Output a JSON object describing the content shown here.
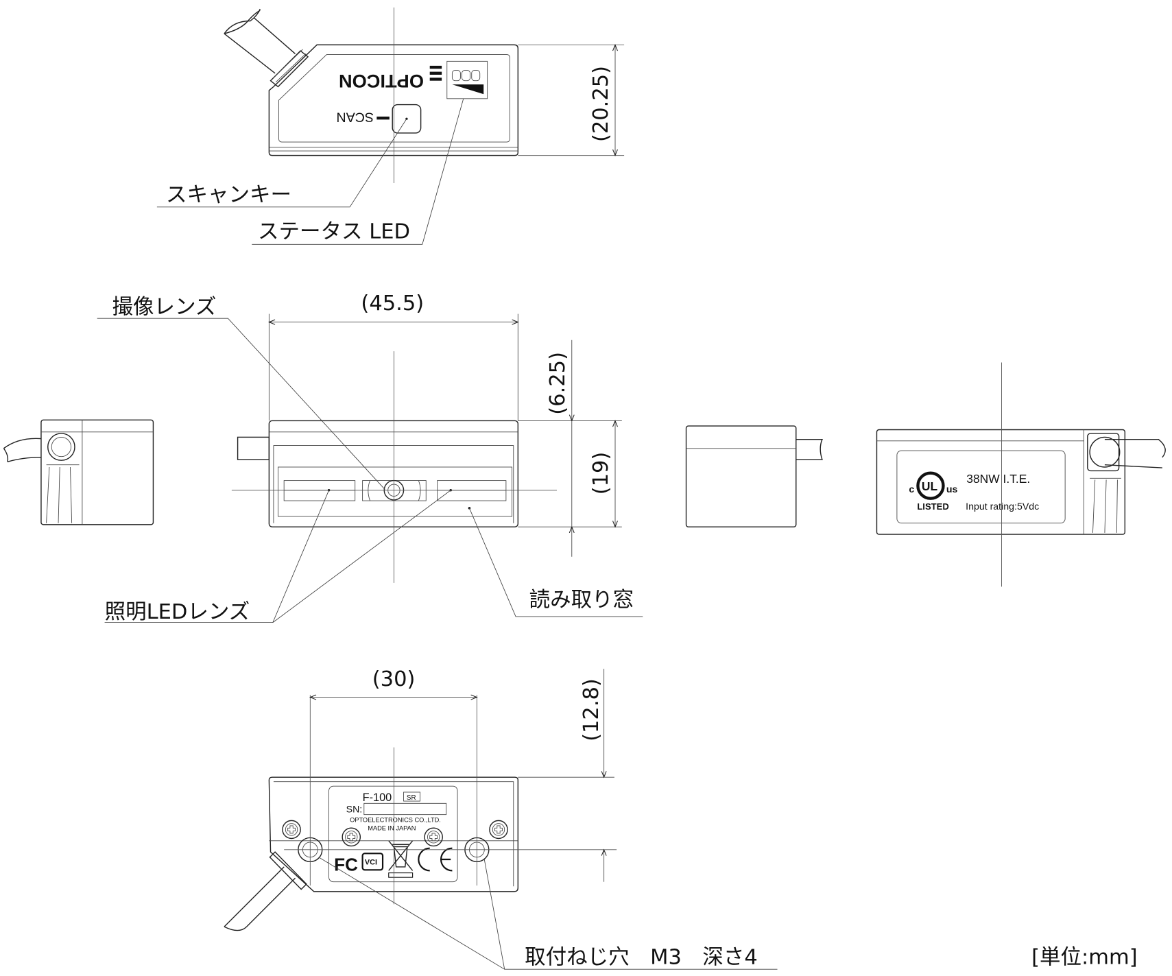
{
  "labels": {
    "scan_key": "スキャンキー",
    "status_led": "ステータス LED",
    "camera_lens": "撮像レンズ",
    "illumination_led_lens": "照明LEDレンズ",
    "reading_window": "読み取り窓",
    "mounting_hole": "取付ねじ穴　M3　深さ4",
    "unit": "[単位:mm]"
  },
  "dimensions": {
    "height_top": "(20.25)",
    "width_front": "(45.5)",
    "offset_front": "(6.25)",
    "height_front": "(19)",
    "hole_pitch": "(30)",
    "hole_offset": "(12.8)"
  },
  "device": {
    "brand": "OPTICON",
    "scan_label": "SCAN",
    "model": "F-100",
    "model_suffix": "SR",
    "serial_label": "SN:",
    "maker": "OPTOELECTRONICS CO.,LTD.",
    "origin": "MADE IN JAPAN",
    "fcc": "FC",
    "vcci": "VCI",
    "ul_c": "c",
    "ul_mark": "UL",
    "ul_us": "us",
    "ul_listed": "LISTED",
    "rating_code": "38NW I.T.E.",
    "input_rating": "Input rating:5Vdc"
  }
}
